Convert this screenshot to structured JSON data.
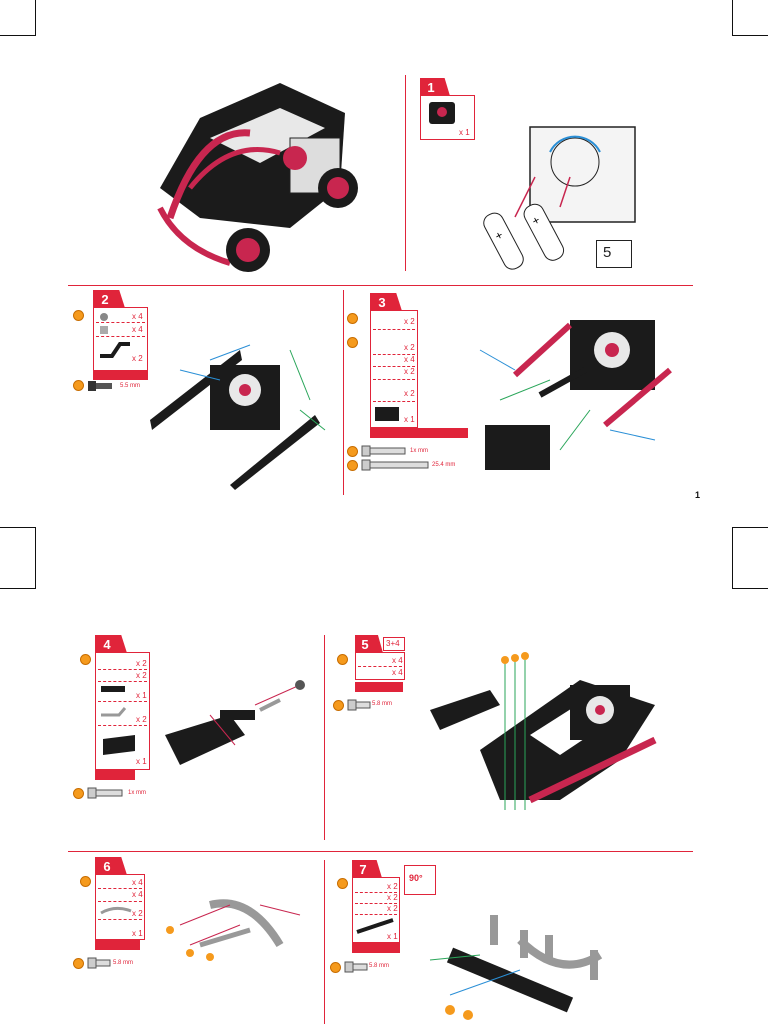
{
  "page_number": "1",
  "steps": [
    {
      "number": "1",
      "qty": [
        "x 1"
      ]
    },
    {
      "number": "2",
      "qty": [
        "x 4",
        "x 4",
        "x 2"
      ],
      "screw_length": "5.5 mm"
    },
    {
      "number": "3",
      "qty": [
        "x 2",
        "x 2",
        "x 4",
        "x 2",
        "x 2",
        "x 1"
      ],
      "screw_lengths": [
        "1x mm",
        "25.4 mm"
      ]
    },
    {
      "number": "4",
      "qty": [
        "x 2",
        "x 2",
        "x 1",
        "x 2",
        "x 1"
      ],
      "screw_length": "1x mm"
    },
    {
      "number": "5",
      "sub": "3+4",
      "qty": [
        "x 4",
        "x 4"
      ],
      "screw_length": "5.8 mm"
    },
    {
      "number": "6",
      "qty": [
        "x 4",
        "x 4",
        "x 2",
        "x 1"
      ],
      "screw_length": "5.8 mm"
    },
    {
      "number": "7",
      "qty": [
        "x 2",
        "x 2",
        "x 2",
        "x 1"
      ],
      "screw_length": "5.8 mm",
      "rotate": "90°"
    }
  ],
  "manual_ref": "5",
  "colors": {
    "accent": "#e0243a",
    "part_black": "#1b1b1b",
    "part_pink": "#c8264f",
    "orange": "#f59a1d",
    "blue": "#2a8fd6",
    "green": "#2aa65a"
  }
}
